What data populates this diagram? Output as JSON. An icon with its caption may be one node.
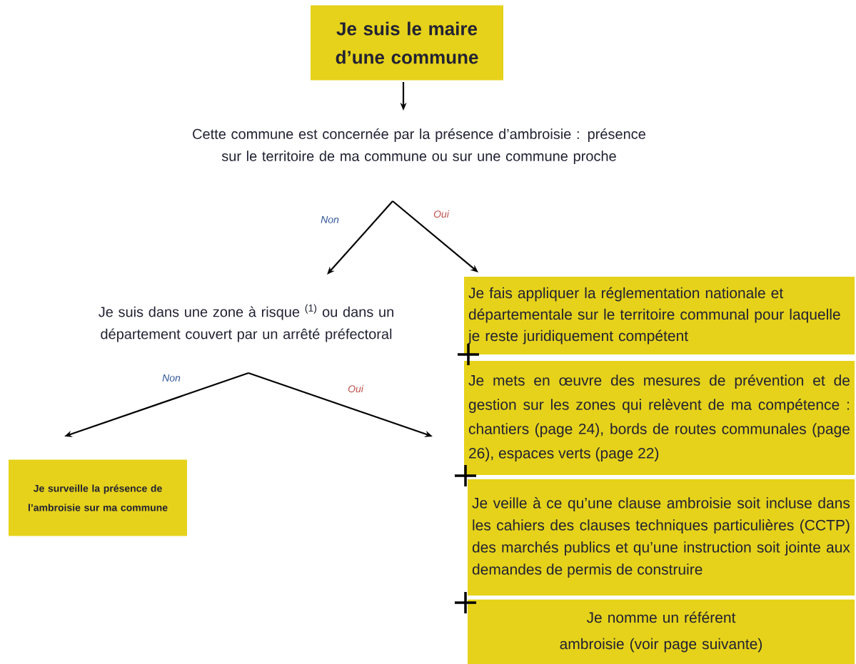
{
  "diagram": {
    "nodes": [
      {
        "text": [
          "Je suis le maire d’une commune"
        ]
      },
      {
        "text": [
          "Cette commune est concernée par la présence d’ambroisie : présence sur le territoire de ma commune ou sur une commune proche"
        ]
      },
      {
        "text": [
          "Je suis dans une zone à risque $^{(1)}$ ou dans un département couvert par un arrêté préfectoral"
        ]
      },
      {
        "text": [
          "Je surveille la présence de l’ambroisie sur ma commune"
        ]
      },
      {
        "text": [
          "Je fais appliquer la réglementation nationale et départementale sur le territoire communal pour laquelle je reste juridiquement compétent"
        ]
      },
      {
        "text": [
          "Je mets en œuvre des mesures de prévention et de gestion sur les zones qui relèvent de ma compétence : chantiers (page 24), bords de routes communales (page 26), espaces verts (page 22)"
        ]
      },
      {
        "text": [
          "Je veille à ce qu’une clause ambroisie soit incluse dans les cahiers des clauses techniques particulières (CCTP) des marchés publics et qu’une instruction soit jointe aux demandes de permis de construire"
        ]
      },
      {
        "text": [
          "Je nomme un référent ambroisie (voir page suivante)"
        ]
      }
    ],
    "edges": [
      {
        "from": 0,
        "to": 1,
        "arrow": "to"
      },
      {
        "from": 1,
        "to": 2,
        "arrow": "to",
        "label": "Non"
      },
      {
        "from": 1,
        "to": 4,
        "arrow": "to",
        "label": "Oui"
      },
      {
        "from": 2,
        "to": 3,
        "arrow": "to",
        "label": "Non"
      },
      {
        "from": 2,
        "to": 5,
        "arrow": "to",
        "label": "Oui"
      }
    ]
  }
}
